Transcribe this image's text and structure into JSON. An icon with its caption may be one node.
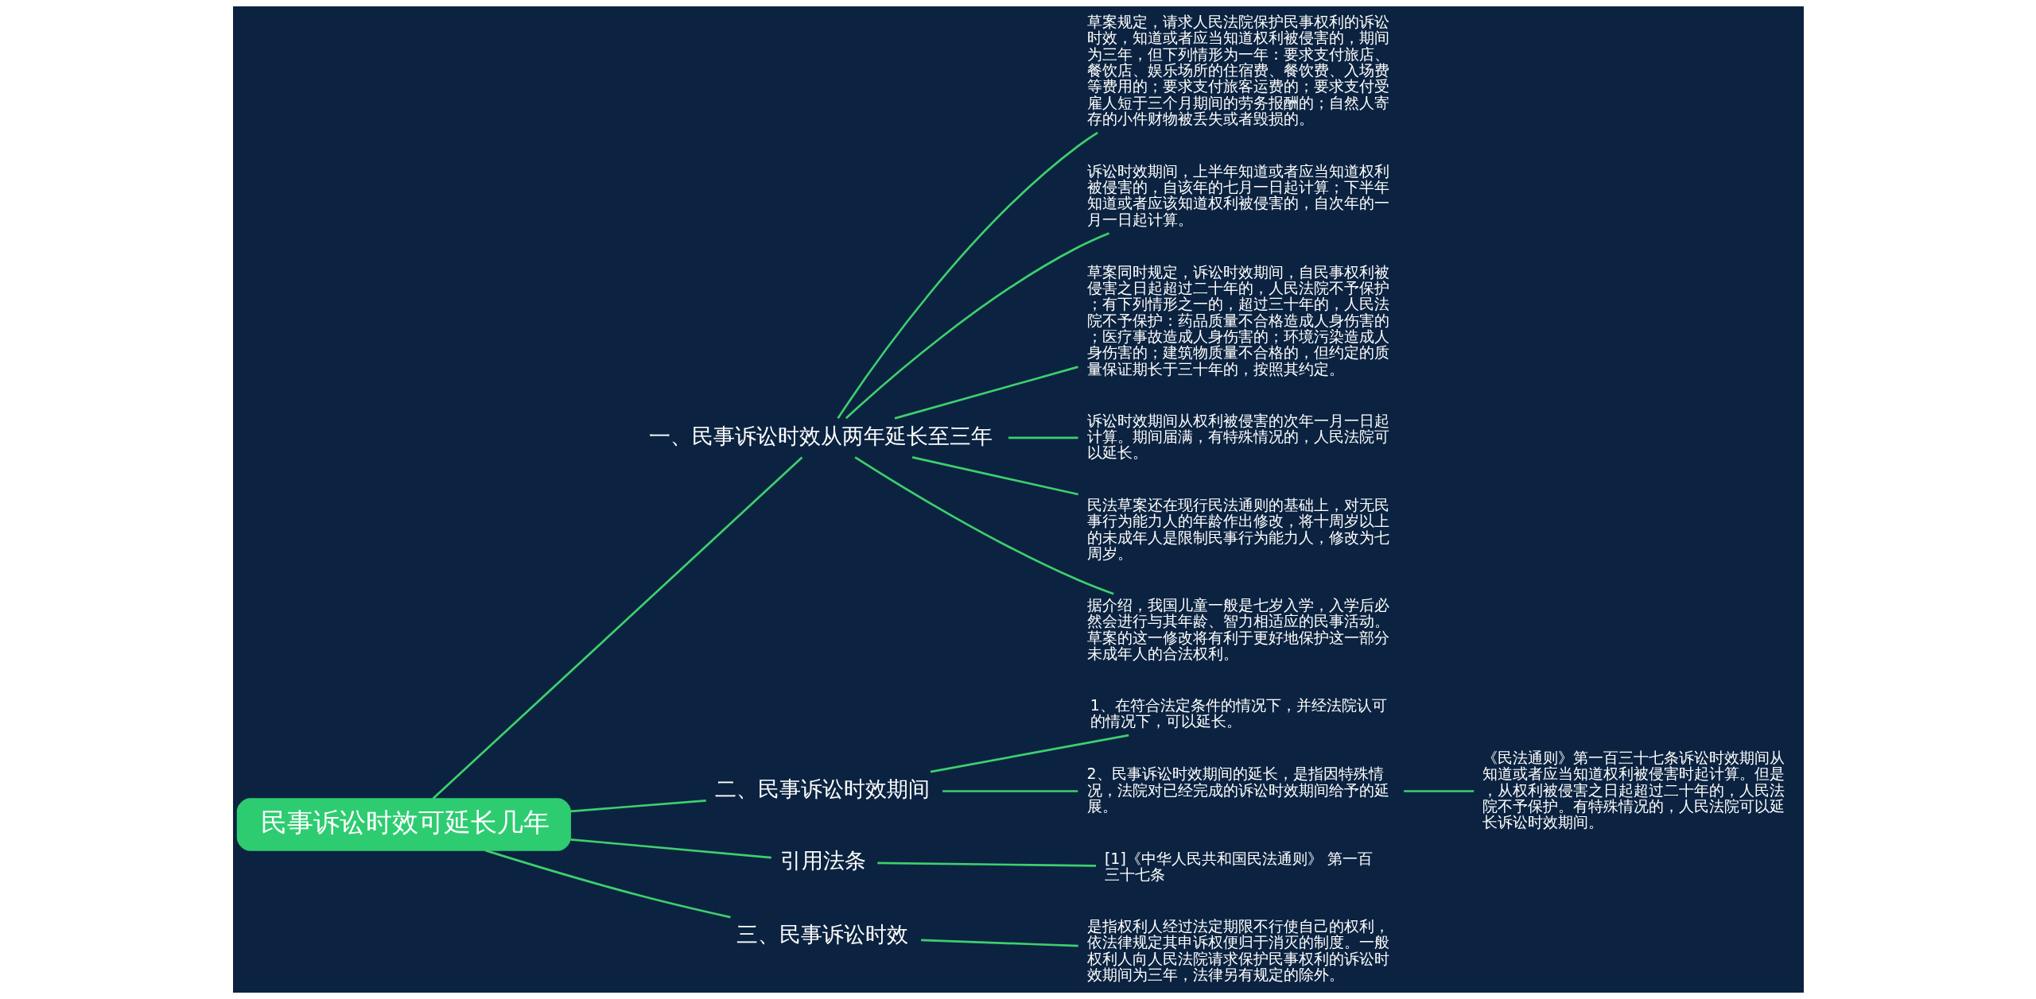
{
  "diagram": {
    "nodes": [
      {
        "text": [
          "民事诉讼时效可延长几年"
        ]
      },
      {
        "text": [
          "一、民事诉讼时效从两年延长至三年"
        ]
      },
      {
        "text": [
          "草案规定，请求人民法院保护民事权利的诉讼时效，知道或者应当知道权利被侵害的，期间为三年，但下列情形为一年：要求支付旅店、餐饮店、娱乐场所的住宿费、餐饮费、入场费等费用的；要求支付旅客运费的；要求支付受雇人短于三个月期间的劳务报酬的；自然人寄存的小件财物被丢失或者毁损的。"
        ]
      },
      {
        "text": [
          "诉讼时效期间，上半年知道或者应当知道权利被侵害的，自该年的七月一日起计算；下半年知道或者应该知道权利被侵害的，自次年的一月一日起计算。"
        ]
      },
      {
        "text": [
          "草案同时规定，诉讼时效期间，自民事权利被侵害之日起超过二十年的，人民法院不予保护；有下列情形之一的，超过三十年的，人民法院不予保护：药品质量不合格造成人身伤害的；医疗事故造成人身伤害的；环境污染造成人身伤害的；建筑物质量不合格的，但约定的质量保证期长于三十年的，按照其约定。"
        ]
      },
      {
        "text": [
          "诉讼时效期间从权利被侵害的次年一月一日起计算。期间届满，有特殊情况的，人民法院可以延长。"
        ]
      },
      {
        "text": [
          "民法草案还在现行民法通则的基础上，对无民事行为能力人的年龄作出修改，将十周岁以上的未成年人是限制民事行为能力人，修改为七周岁。"
        ]
      },
      {
        "text": [
          "据介绍，我国儿童一般是七岁入学，入学后必然会进行与其年龄、智力相适应的民事活动。草案的这一修改将有利于更好地保护这一部分未成年人的合法权利。"
        ]
      },
      {
        "text": [
          "二、民事诉讼时效期间"
        ]
      },
      {
        "text": [
          "1、在符合法定条件的情况下，并经法院认可的情况下，可以延长。"
        ]
      },
      {
        "text": [
          "2、民事诉讼时效期间的延长，是指因特殊情况，法院对已经完成的诉讼时效期间给予的延展。"
        ]
      },
      {
        "text": [
          "《民法通则》第一百三十七条诉讼时效期间从知道或者应当知道权利被侵害时起计算。但是，从权利被侵害之日起超过二十年的，人民法院不予保护。有特殊情况的，人民法院可以延长诉讼时效期间。"
        ]
      },
      {
        "text": [
          "引用法条"
        ]
      },
      {
        "text": [
          "[1]《中华人民共和国民法通则》 第一百三十七条"
        ]
      },
      {
        "text": [
          "三、民事诉讼时效"
        ]
      },
      {
        "text": [
          "是指权利人经过法定期限不行使自己的权利，依法律规定其申诉权便归于消灭的制度。一般权利人向人民法院请求保护民事权利的诉讼时效期间为三年，法律另有规定的除外。"
        ]
      }
    ],
    "edges": [
      {
        "from": 0,
        "to": 1,
        "arrow": "none"
      },
      {
        "from": 1,
        "to": 2,
        "arrow": "none"
      },
      {
        "from": 1,
        "to": 3,
        "arrow": "none"
      },
      {
        "from": 1,
        "to": 4,
        "arrow": "none"
      },
      {
        "from": 1,
        "to": 5,
        "arrow": "none"
      },
      {
        "from": 1,
        "to": 6,
        "arrow": "none"
      },
      {
        "from": 1,
        "to": 7,
        "arrow": "none"
      },
      {
        "from": 0,
        "to": 8,
        "arrow": "none"
      },
      {
        "from": 8,
        "to": 9,
        "arrow": "none"
      },
      {
        "from": 8,
        "to": 10,
        "arrow": "none"
      },
      {
        "from": 10,
        "to": 11,
        "arrow": "none"
      },
      {
        "from": 0,
        "to": 12,
        "arrow": "none"
      },
      {
        "from": 12,
        "to": 13,
        "arrow": "none"
      },
      {
        "from": 0,
        "to": 14,
        "arrow": "none"
      },
      {
        "from": 14,
        "to": 15,
        "arrow": "none"
      }
    ]
  }
}
